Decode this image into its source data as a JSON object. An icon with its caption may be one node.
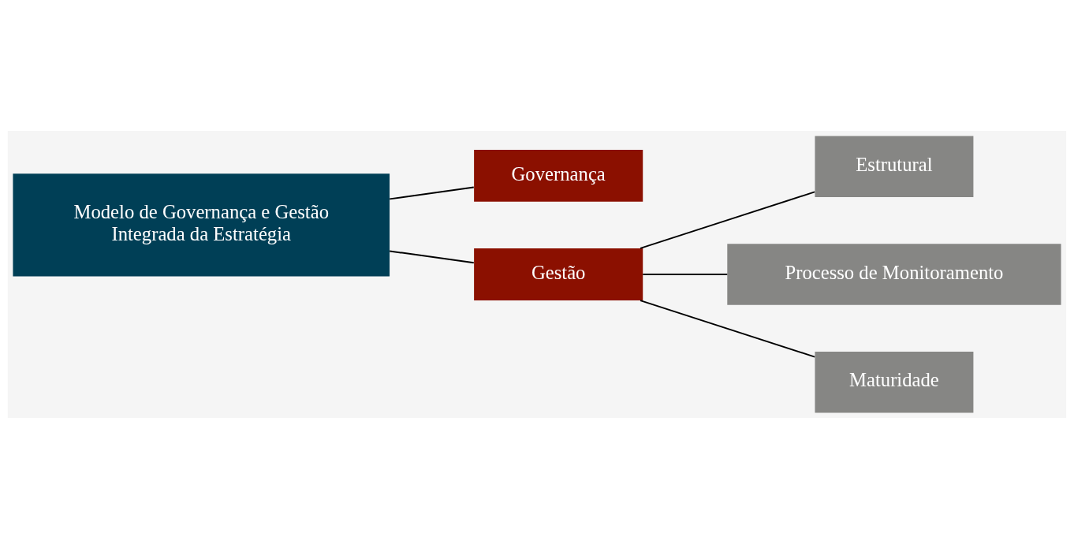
{
  "diagram": {
    "nodes": [
      {
        "text": [
          "Modelo de Governança e Gestão Integrada da Estratégia"
        ]
      },
      {
        "text": [
          "Governança"
        ]
      },
      {
        "text": [
          "Gestão"
        ]
      },
      {
        "text": [
          "Estrutural"
        ]
      },
      {
        "text": [
          "Processo de Monitoramento"
        ]
      },
      {
        "text": [
          "Maturidade"
        ]
      }
    ],
    "edges": [
      {
        "from": 0,
        "to": 1,
        "arrow": "none"
      },
      {
        "from": 0,
        "to": 2,
        "arrow": "none"
      },
      {
        "from": 2,
        "to": 3,
        "arrow": "none"
      },
      {
        "from": 2,
        "to": 4,
        "arrow": "none"
      },
      {
        "from": 2,
        "to": 5,
        "arrow": "none"
      }
    ]
  }
}
